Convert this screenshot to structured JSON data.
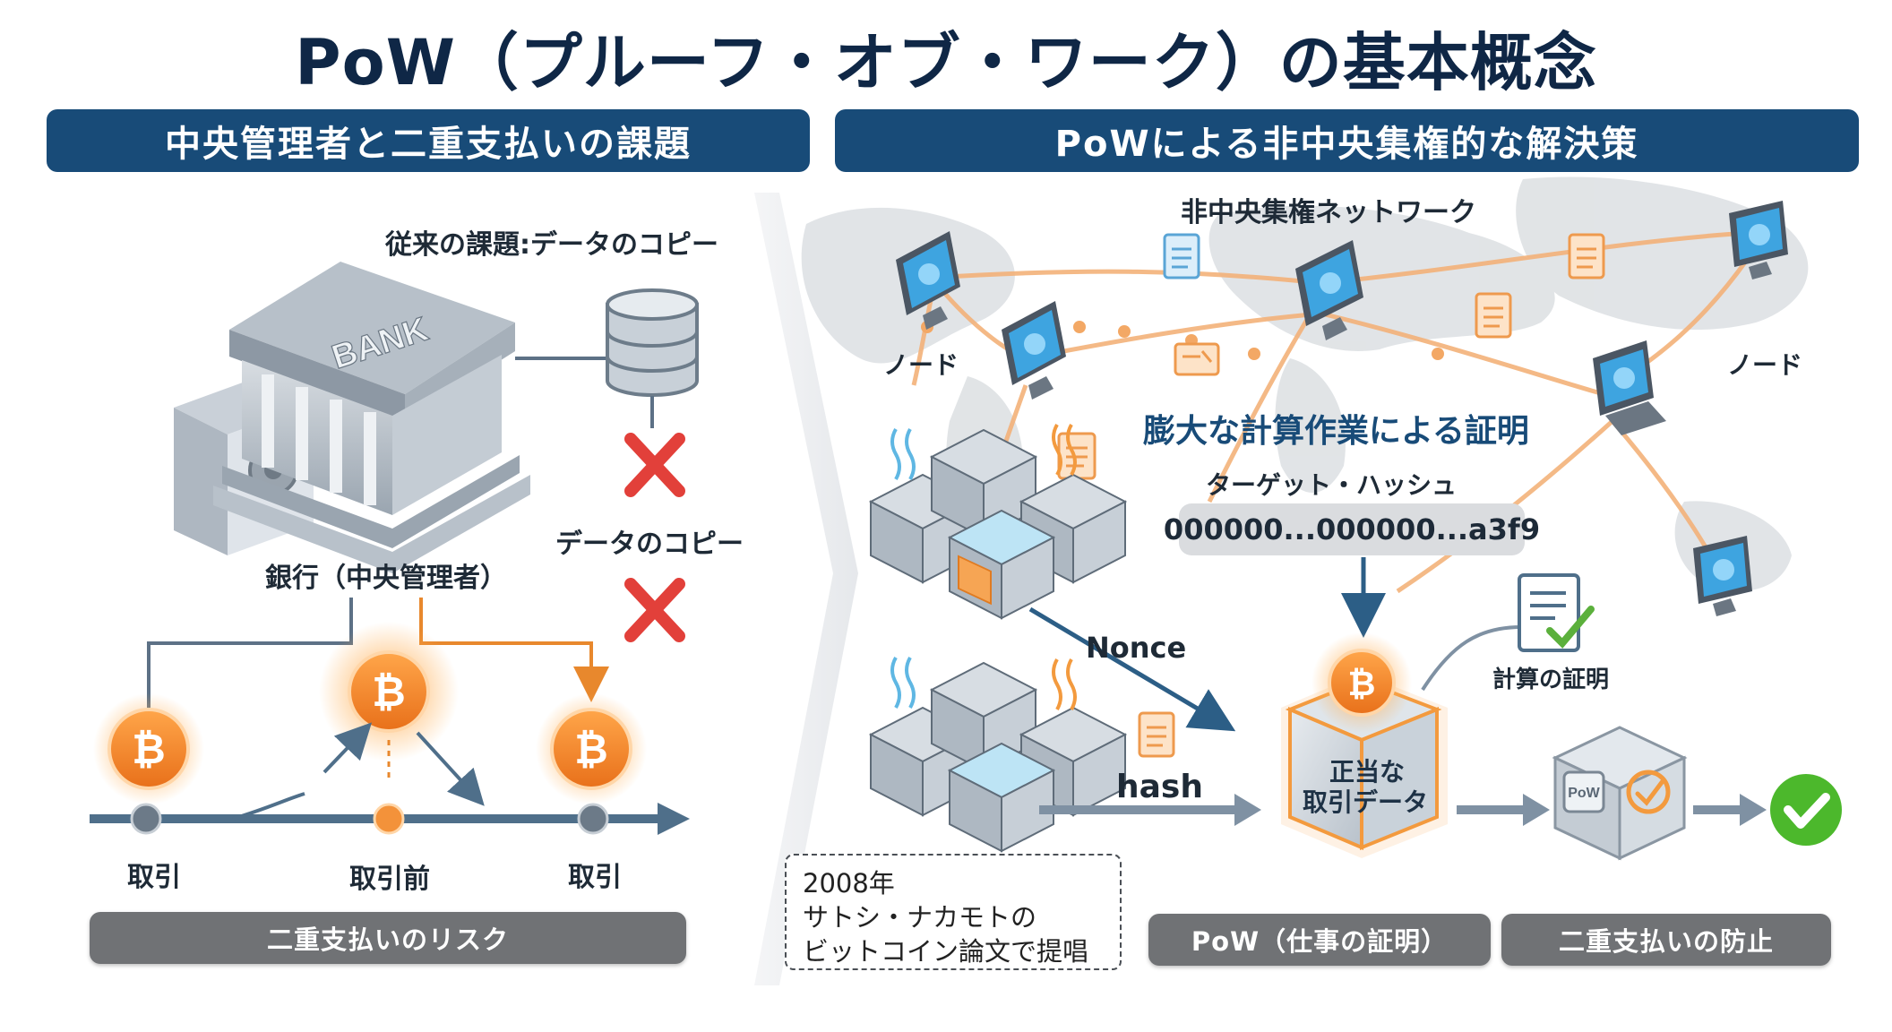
{
  "title": "PoW（プルーフ・オブ・ワーク）の基本概念",
  "left_panel": {
    "header": "中央管理者と二重支払いの課題",
    "problem_label": "従来の課題:データのコピー",
    "bank_sign": "BANK",
    "bank_caption": "銀行（中央管理者）",
    "copy_label": "データのコピー",
    "timeline_labels": [
      "取引",
      "取引前",
      "取引"
    ],
    "risk_pill": "二重支払いのリスク"
  },
  "right_panel": {
    "header": "PoWによる非中央集権的な解決策",
    "network_label": "非中央集権ネットワーク",
    "node_label_left": "ノード",
    "node_label_right": "ノード",
    "work_label": "膨大な計算作業による証明",
    "target_hash_label": "ターゲット・ハッシュ",
    "target_hash_value": "000000...000000...a3f9",
    "nonce_label": "Nonce",
    "hash_label": "hash",
    "valid_tx_line1": "正当な",
    "valid_tx_line2": "取引データ",
    "proof_label": "計算の証明",
    "chip_text": "PoW",
    "note": {
      "line1": "2008年",
      "line2": "サトシ・ナカモトの",
      "line3": "ビットコイン論文で提唱"
    },
    "pow_pill": "PoW（仕事の証明）",
    "prevent_pill": "二重支払いの防止"
  },
  "colors": {
    "header_bg": "#184b78",
    "title": "#0f2746",
    "bitcoin_orange": "#f08a24",
    "cross_red": "#e2403a",
    "check_green": "#4cb82c",
    "arrow_blue": "#2c5e86",
    "pill_gray": "#707275"
  }
}
